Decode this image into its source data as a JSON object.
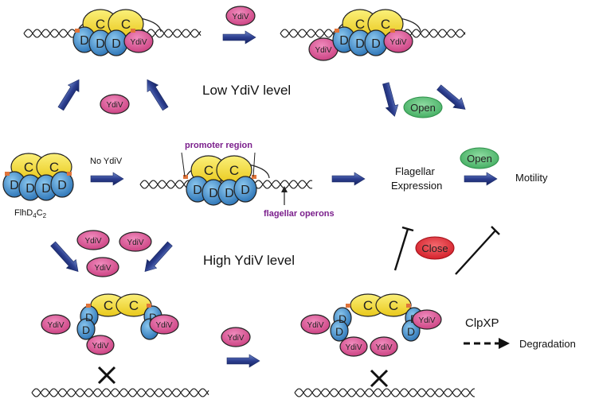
{
  "labels": {
    "low_level": "Low YdiV level",
    "high_level": "High YdiV level",
    "no_ydiv": "No YdiV",
    "promoter_region": "promoter region",
    "flagellar_operons": "flagellar operons",
    "flagellar_expression_1": "Flagellar",
    "flagellar_expression_2": "Expression",
    "motility": "Motility",
    "clpxp": "ClpXP",
    "degradation": "Degradation",
    "complex_name": "FlhD",
    "complex_sub1": "4",
    "complex_mid": "C",
    "complex_sub2": "2"
  },
  "protein_labels": {
    "c": "C",
    "d": "D",
    "ydiv": "YdiV"
  },
  "states": {
    "open": "Open",
    "close": "Close"
  },
  "colors": {
    "c_subunit": "#f3dd2a",
    "d_subunit": "#3a8fcf",
    "ydiv": "#d94f8e",
    "open": "#4cbc6d",
    "close": "#e0252f",
    "arrow": "#25357f",
    "dna": "#222222",
    "purple_label": "#7b1f8c"
  }
}
